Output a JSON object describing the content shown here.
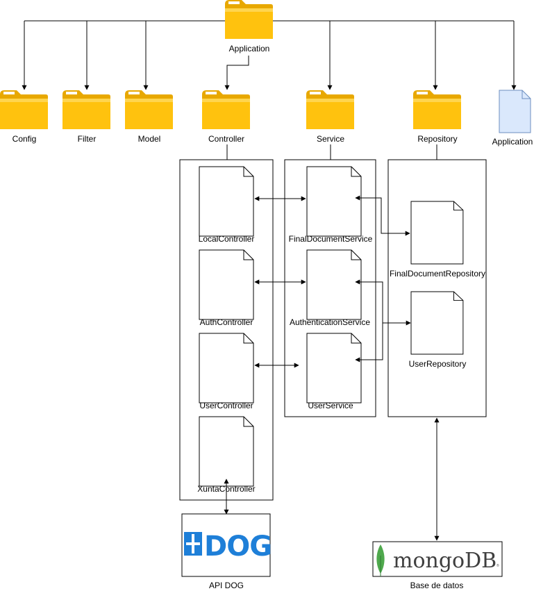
{
  "root": {
    "label": "Application"
  },
  "packages": {
    "config": "Config",
    "filter": "Filter",
    "model": "Model",
    "controller": "Controller",
    "service": "Service",
    "repository": "Repository",
    "application_file": "Application"
  },
  "controllers": [
    "LocalController",
    "AuthController",
    "UserController",
    "XuntaController"
  ],
  "services": [
    "FinalDocumentService",
    "AuthenticationService",
    "UserService"
  ],
  "repositories": [
    "FinalDocumentRepository",
    "UserRepository"
  ],
  "externals": {
    "api_dog": {
      "label": "API DOG",
      "logo_text": "DOG"
    },
    "database": {
      "label": "Base de datos",
      "logo_text": "mongoDB",
      "logo_mark": "®"
    }
  },
  "colors": {
    "folder": "#ffc20e",
    "folder_dark": "#e8a800",
    "file_fill": "#dae8fc",
    "file_stroke": "#6c8ebf",
    "dog_blue": "#1e7fd8",
    "mongo_green": "#4fa94d"
  }
}
